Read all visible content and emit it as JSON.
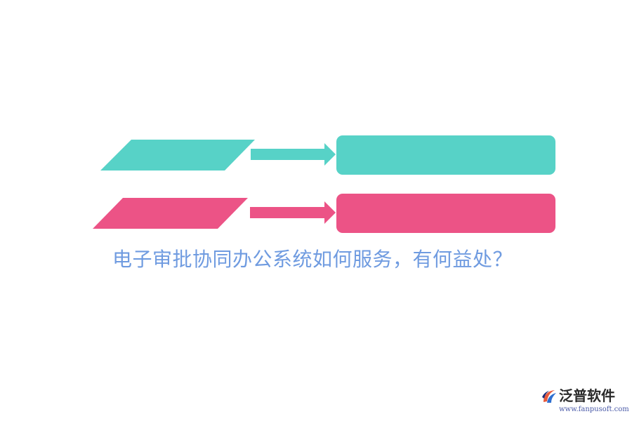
{
  "title": {
    "text": "电子审批协同办公系统如何服务，有何益处？",
    "color": "#6f9be0"
  },
  "rows": [
    {
      "name": "teal-row",
      "color": "#57d2c7",
      "parallelogram_label": "",
      "box_label": ""
    },
    {
      "name": "pink-row",
      "color": "#ec5386",
      "parallelogram_label": "",
      "box_label": ""
    }
  ],
  "logo": {
    "name": "泛普软件",
    "url": "www.fanpusoft.com",
    "icon": "fanpu-logo-icon",
    "name_color": "#2b2b2b",
    "url_color": "#4a5aa8",
    "mark_colors": [
      "#e85a3c",
      "#2f6fd0",
      "#1c2f7a"
    ]
  }
}
